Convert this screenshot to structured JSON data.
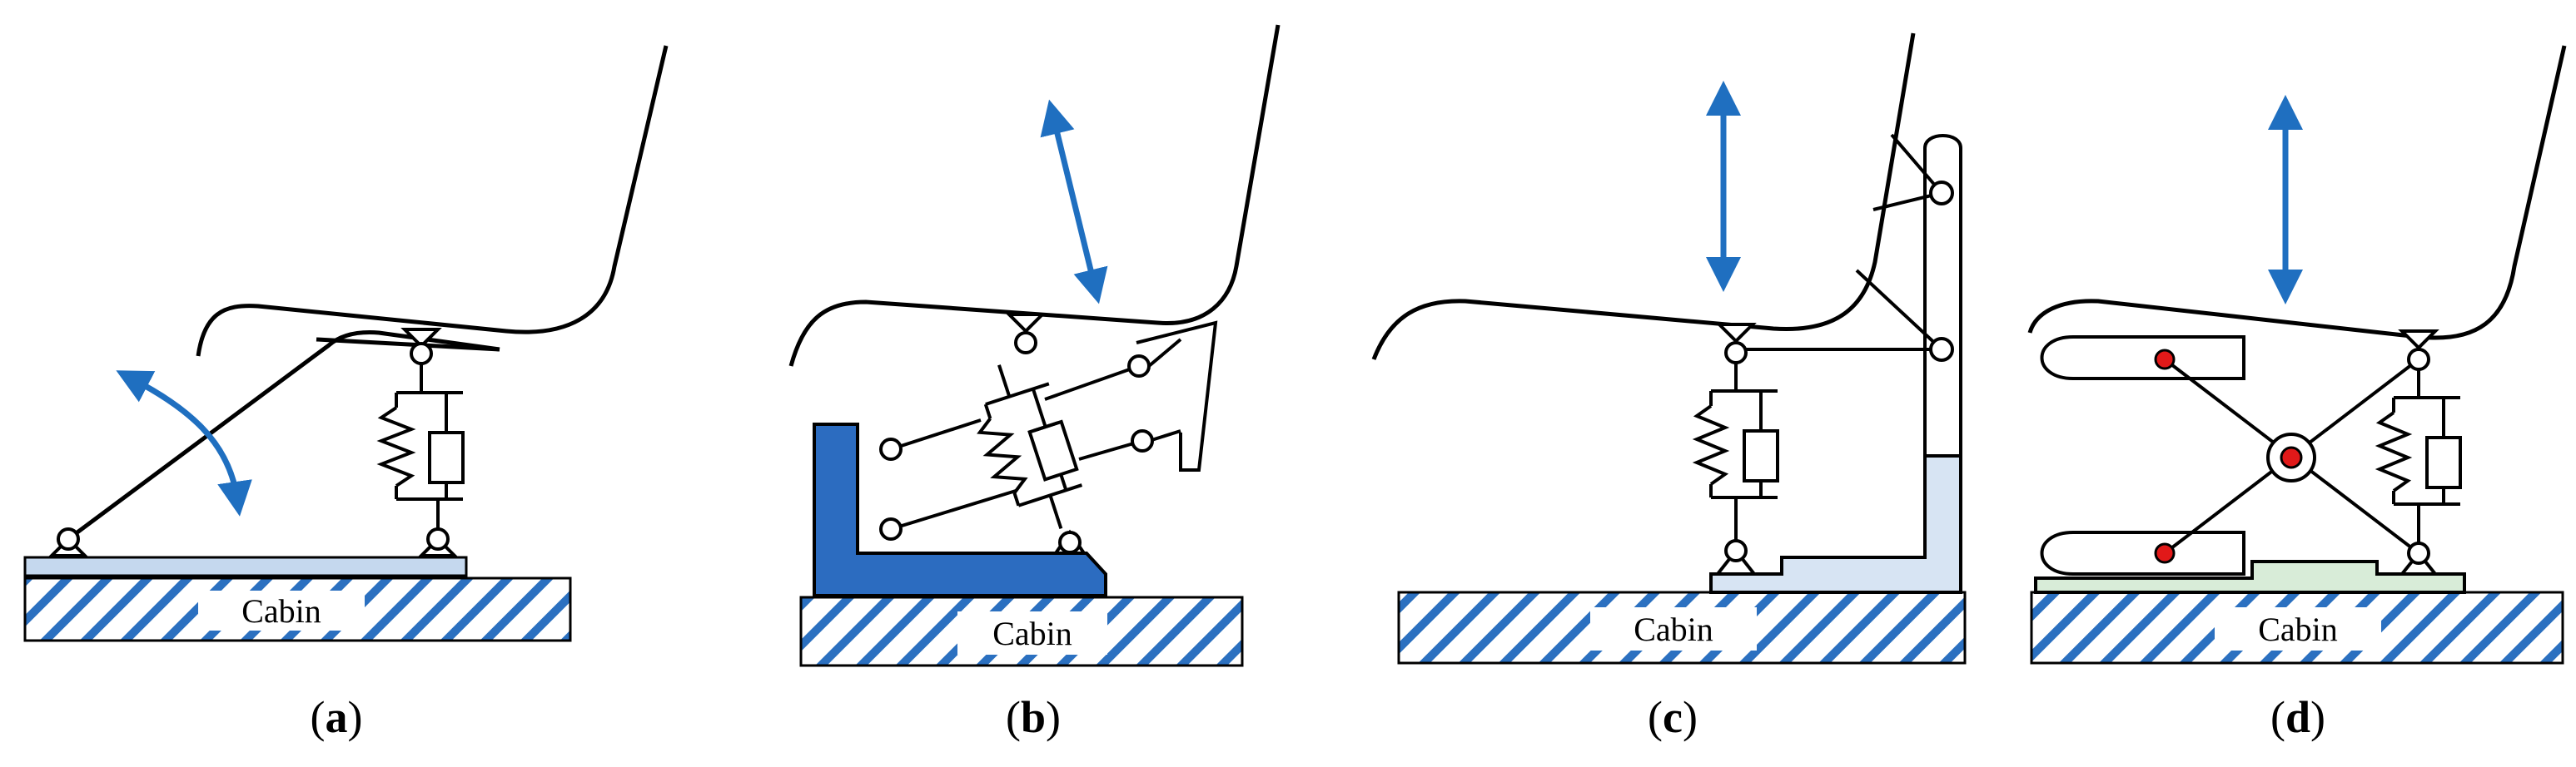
{
  "panels": [
    {
      "letter": "a",
      "ground_label": "Cabin"
    },
    {
      "letter": "b",
      "ground_label": "Cabin"
    },
    {
      "letter": "c",
      "ground_label": "Cabin"
    },
    {
      "letter": "d",
      "ground_label": "Cabin"
    }
  ],
  "colors": {
    "line": "#000000",
    "arrow": "#1f6fc0",
    "hatch": "#2b70c0",
    "base_light_blue": "#c5d8ee",
    "panel_b_frame": "#2c6cc0",
    "panel_c_frame_fill": "#d7e4f3",
    "panel_d_base": "#d8ecd8",
    "pivot_red": "#e11919"
  },
  "icons": {
    "motion_arrows": "double-headed-arrow",
    "joints": "pivot-circle",
    "damper": "spring-damper"
  }
}
